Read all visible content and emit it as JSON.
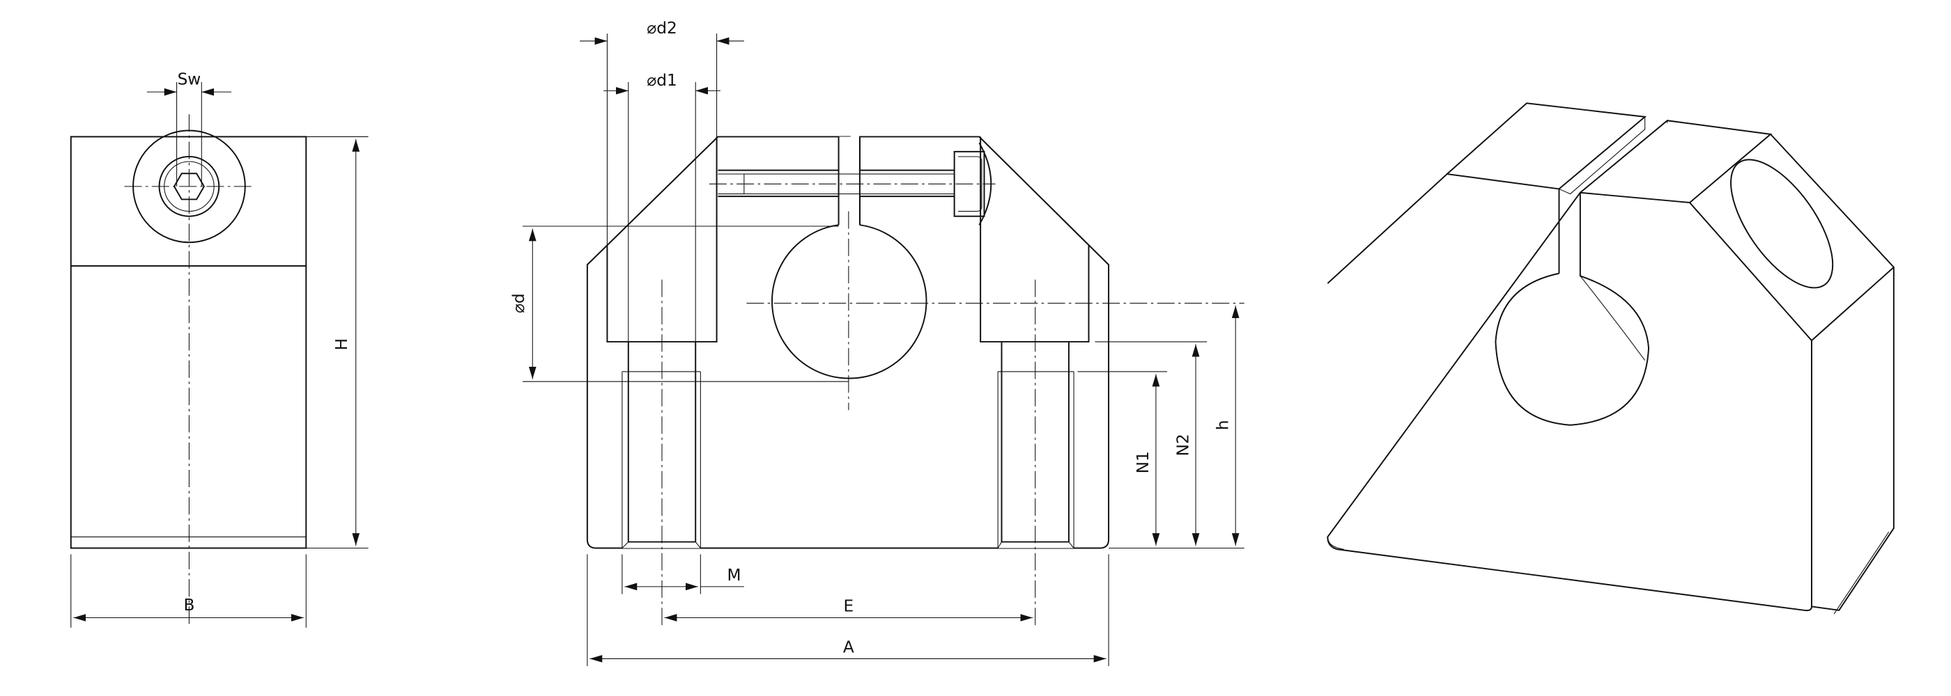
{
  "drawing": {
    "left_view": {
      "dim_sw": "Sw",
      "dim_h_total": "H",
      "dim_b": "B"
    },
    "section_view": {
      "dim_d2": "⌀d2",
      "dim_d1": "⌀d1",
      "dim_d": "⌀d",
      "dim_m": "M",
      "dim_e": "E",
      "dim_a": "A",
      "dim_n1": "N1",
      "dim_n2": "N2",
      "dim_h": "h"
    }
  }
}
